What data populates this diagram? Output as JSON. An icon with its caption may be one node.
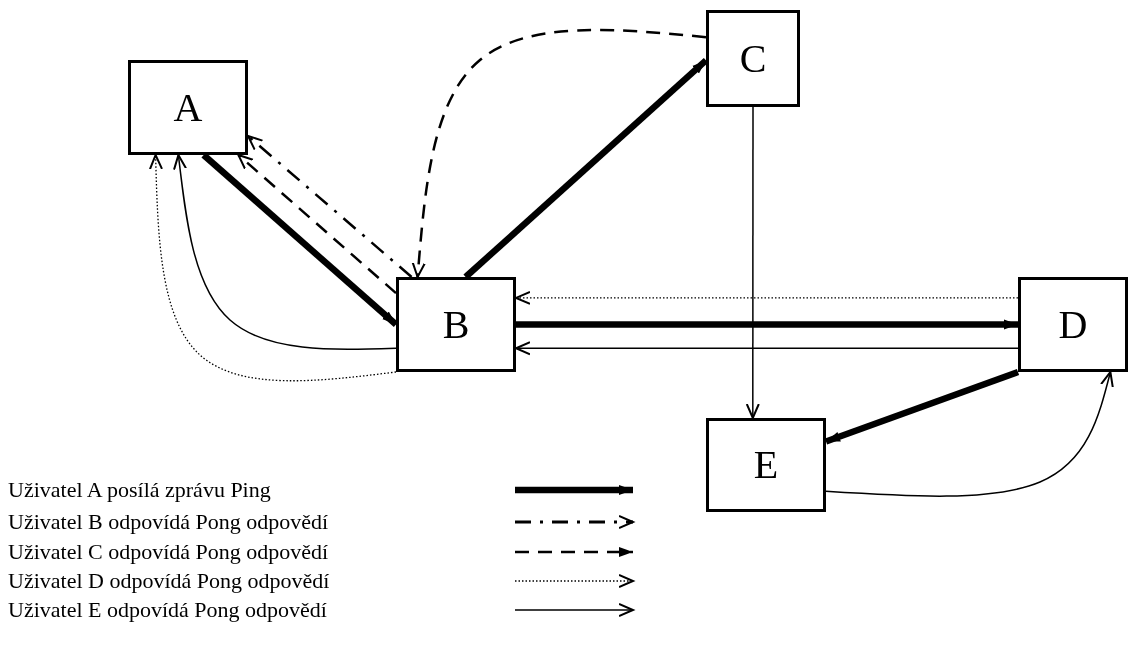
{
  "diagram": {
    "nodes": [
      {
        "text": [
          "A"
        ]
      },
      {
        "text": [
          "B"
        ]
      },
      {
        "text": [
          "C"
        ]
      },
      {
        "text": [
          "D"
        ]
      },
      {
        "text": [
          "E"
        ]
      }
    ],
    "edges": [
      {
        "from": 0,
        "to": 1,
        "arrow": "to",
        "style": "thick"
      },
      {
        "from": 1,
        "to": 0,
        "arrow": "to",
        "style": "dashed"
      },
      {
        "from": 1,
        "to": 0,
        "arrow": "to",
        "style": "dashed"
      },
      {
        "from": 1,
        "to": 2,
        "arrow": "to",
        "style": "thick"
      },
      {
        "from": 2,
        "to": 1,
        "arrow": "to",
        "style": "dashed"
      },
      {
        "from": 1,
        "to": 0,
        "arrow": "to",
        "style": "dashed"
      },
      {
        "from": 1,
        "to": 0,
        "arrow": "to"
      },
      {
        "from": 1,
        "to": 3,
        "arrow": "to",
        "style": "thick"
      },
      {
        "from": 3,
        "to": 1,
        "arrow": "to",
        "style": "dashed"
      },
      {
        "from": 3,
        "to": 1,
        "arrow": "to"
      },
      {
        "from": 2,
        "to": 4,
        "arrow": "to"
      },
      {
        "from": 3,
        "to": 4,
        "arrow": "to",
        "style": "thick"
      },
      {
        "from": 4,
        "to": 3,
        "arrow": "to"
      }
    ],
    "legend": [
      {
        "text": "Uživatel A posílá zprávu Ping"
      },
      {
        "text": "Uživatel B odpovídá Pong odpovědí"
      },
      {
        "text": "Uživatel C odpovídá Pong odpovědí"
      },
      {
        "text": "Uživatel D odpovídá Pong odpovědí"
      },
      {
        "text": "Uživatel E odpovídá Pong odpovědí"
      }
    ]
  }
}
